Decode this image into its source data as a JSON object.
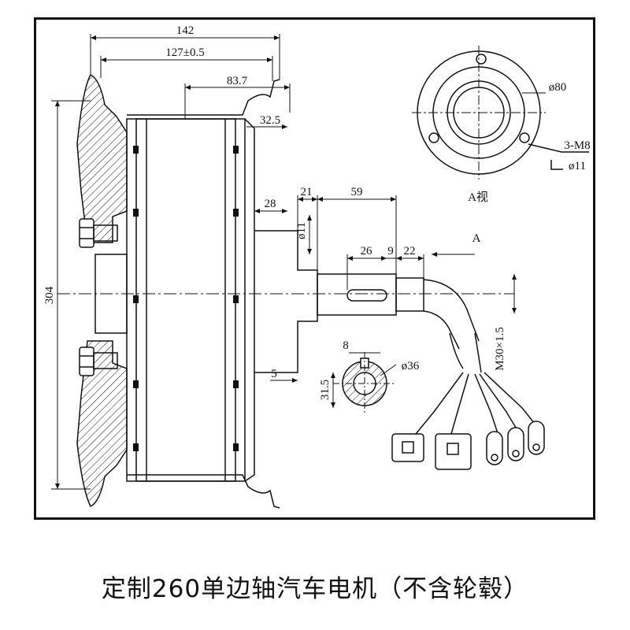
{
  "caption": "定制260单边轴汽车电机（不含轮毂）",
  "drawing": {
    "dim_142": "142",
    "dim_127": "127±0.5",
    "dim_83_7": "83.7",
    "dim_32_5": "32.5",
    "dim_304": "304",
    "dim_28": "28",
    "dim_21": "21",
    "dim_59": "59",
    "dim_d11": "ø11",
    "dim_26": "26",
    "dim_9": "9",
    "dim_22": "22",
    "arrow_A": "A",
    "dim_5": "5",
    "dim_8": "8",
    "dim_d36": "ø36",
    "dim_31_5": "31.5",
    "dim_m30": "M30×1.5",
    "dim_d80": "ø80",
    "dim_3m8": "3-M8",
    "dim_d11b": "ø11",
    "view_label": "A视"
  },
  "colors": {
    "line": "#111111",
    "background": "#ffffff"
  }
}
